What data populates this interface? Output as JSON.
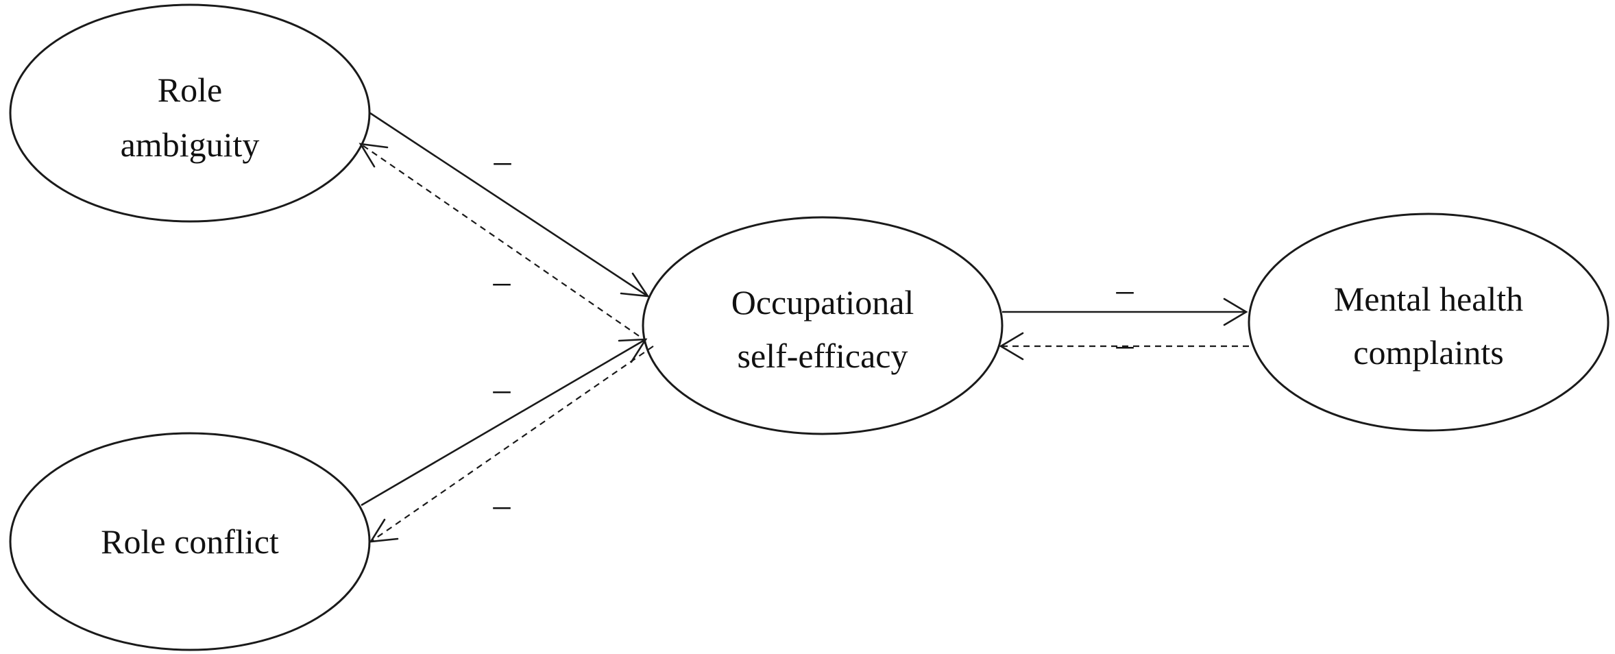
{
  "nodes": {
    "role_ambiguity": {
      "lines": [
        "Role",
        "ambiguity"
      ]
    },
    "role_conflict": {
      "lines": [
        "Role conflict"
      ]
    },
    "occupational_self_efficacy": {
      "lines": [
        "Occupational",
        "self-efficacy"
      ]
    },
    "mental_health_complaints": {
      "lines": [
        "Mental health",
        "complaints"
      ]
    }
  },
  "edges": [
    {
      "id": "amb-to-ose",
      "from": "role_ambiguity",
      "to": "occupational_self_efficacy",
      "style": "solid",
      "sign": "–"
    },
    {
      "id": "ose-to-amb",
      "from": "occupational_self_efficacy",
      "to": "role_ambiguity",
      "style": "dashed",
      "sign": "–"
    },
    {
      "id": "conf-to-ose",
      "from": "role_conflict",
      "to": "occupational_self_efficacy",
      "style": "solid",
      "sign": "–"
    },
    {
      "id": "ose-to-conf",
      "from": "occupational_self_efficacy",
      "to": "role_conflict",
      "style": "dashed",
      "sign": "–"
    },
    {
      "id": "ose-to-mhc",
      "from": "occupational_self_efficacy",
      "to": "mental_health_complaints",
      "style": "solid",
      "sign": "–"
    },
    {
      "id": "mhc-to-ose",
      "from": "mental_health_complaints",
      "to": "occupational_self_efficacy",
      "style": "dashed",
      "sign": "–"
    }
  ]
}
